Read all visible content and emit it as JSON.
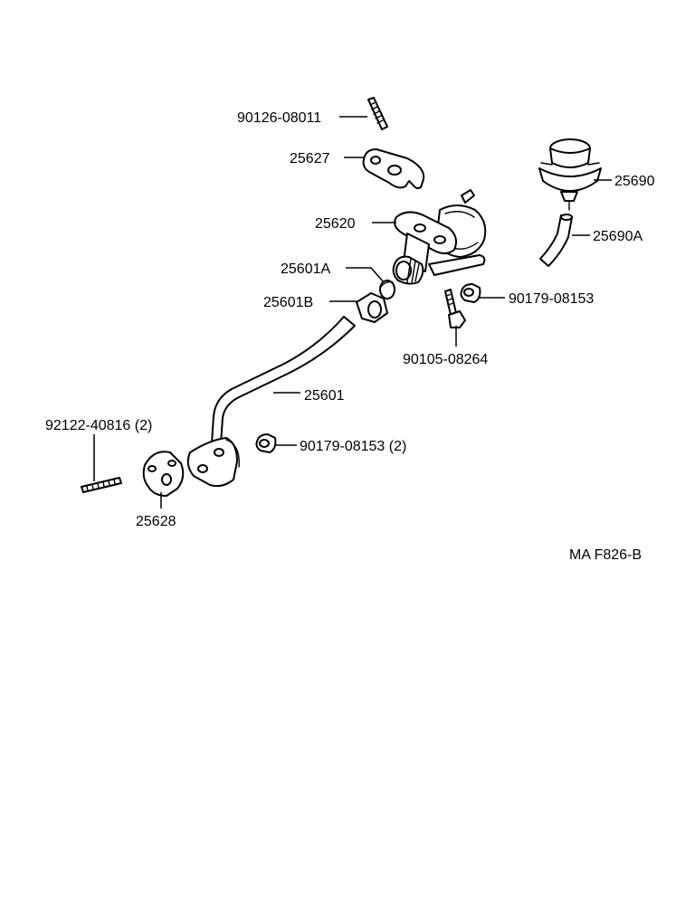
{
  "callouts": {
    "p90126_08011": "90126-08011",
    "p25627": "25627",
    "p25690": "25690",
    "p25620": "25620",
    "p25690A": "25690A",
    "p25601A": "25601A",
    "p90179_08153_a": "90179-08153",
    "p25601B": "25601B",
    "p90105_08264": "90105-08264",
    "p25601": "25601",
    "p92122_40816": "92122-40816 (2)",
    "p90179_08153_b": "90179-08153 (2)",
    "p25628": "25628"
  },
  "figure_code": "MA F826-B"
}
